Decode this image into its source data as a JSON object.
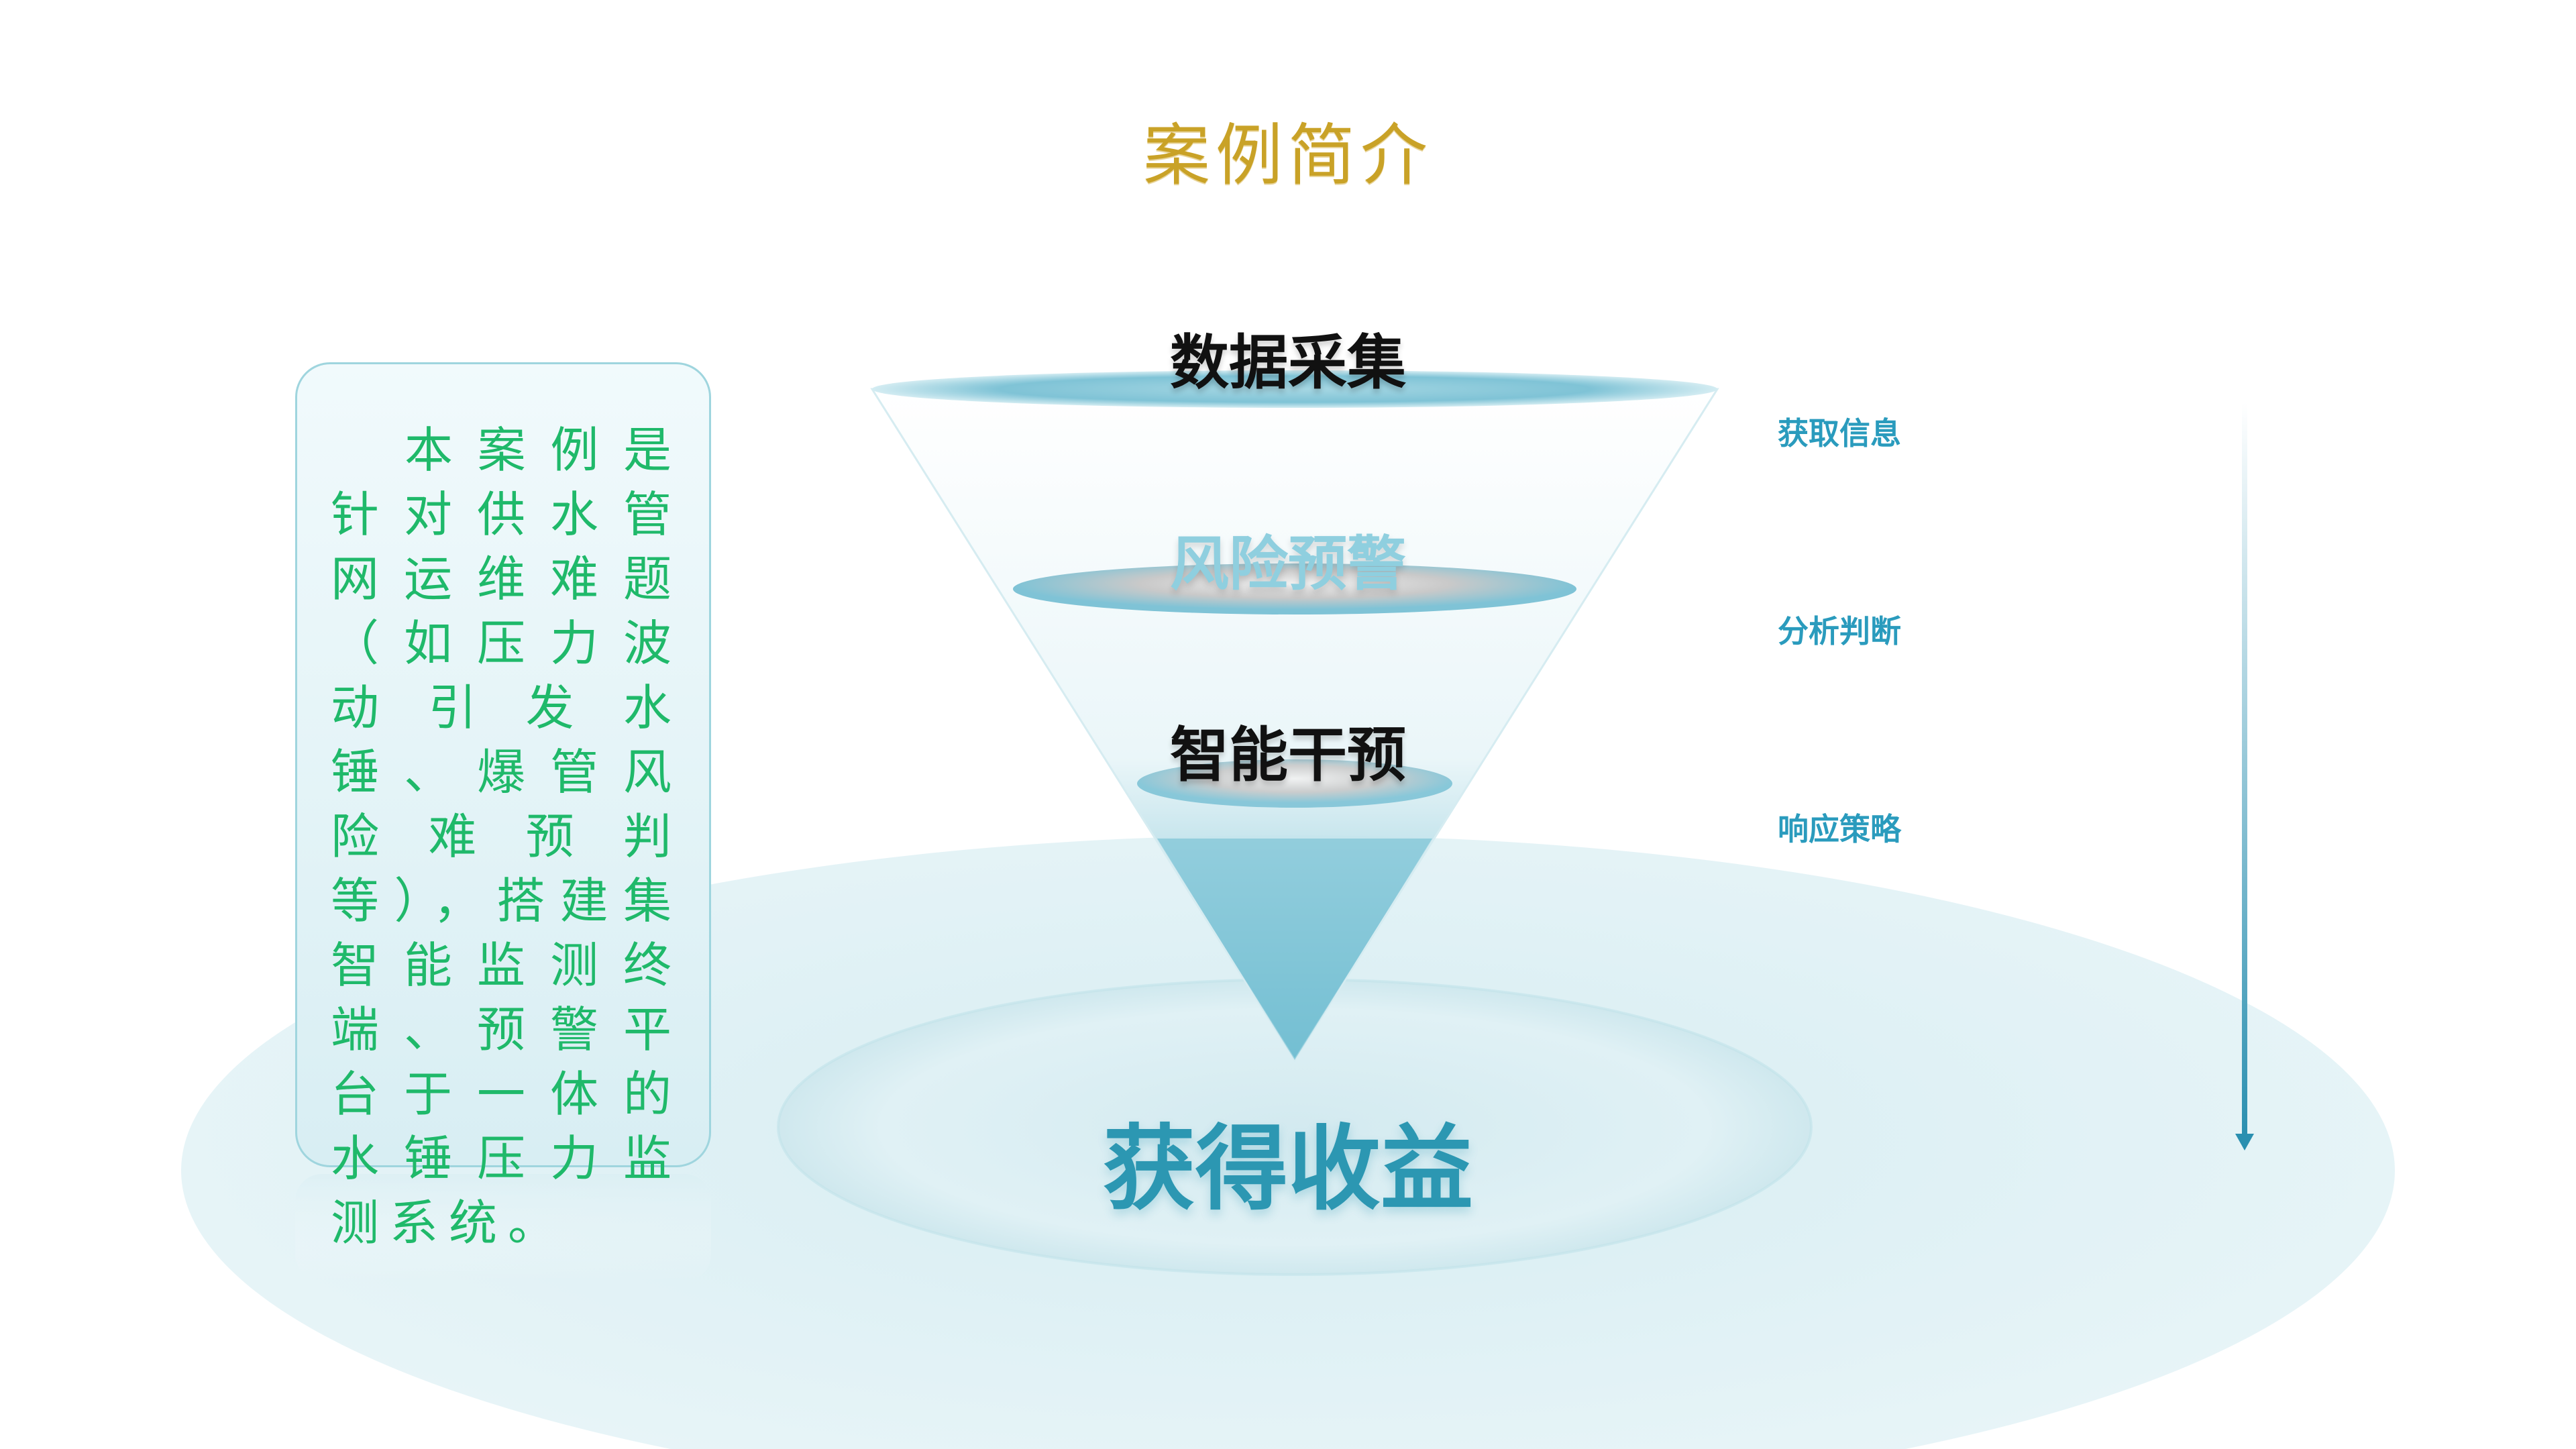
{
  "title": "案例简介",
  "description": "本案例是针对供水管网运维难题（如压力波动引发水锤、爆管风险难预判等），搭建集智能监测终端、预警平台于一体的水锤压力监测系统。",
  "funnel": {
    "layers": [
      "数据采集",
      "风险预警",
      "智能干预"
    ],
    "result": "获得收益"
  },
  "stages": [
    "获取信息",
    "分析判断",
    "响应策略"
  ],
  "colors": {
    "title": "#c9a227",
    "description_text": "#1fb96a",
    "accent": "#2a9bbd",
    "result": "#2c97b2"
  }
}
